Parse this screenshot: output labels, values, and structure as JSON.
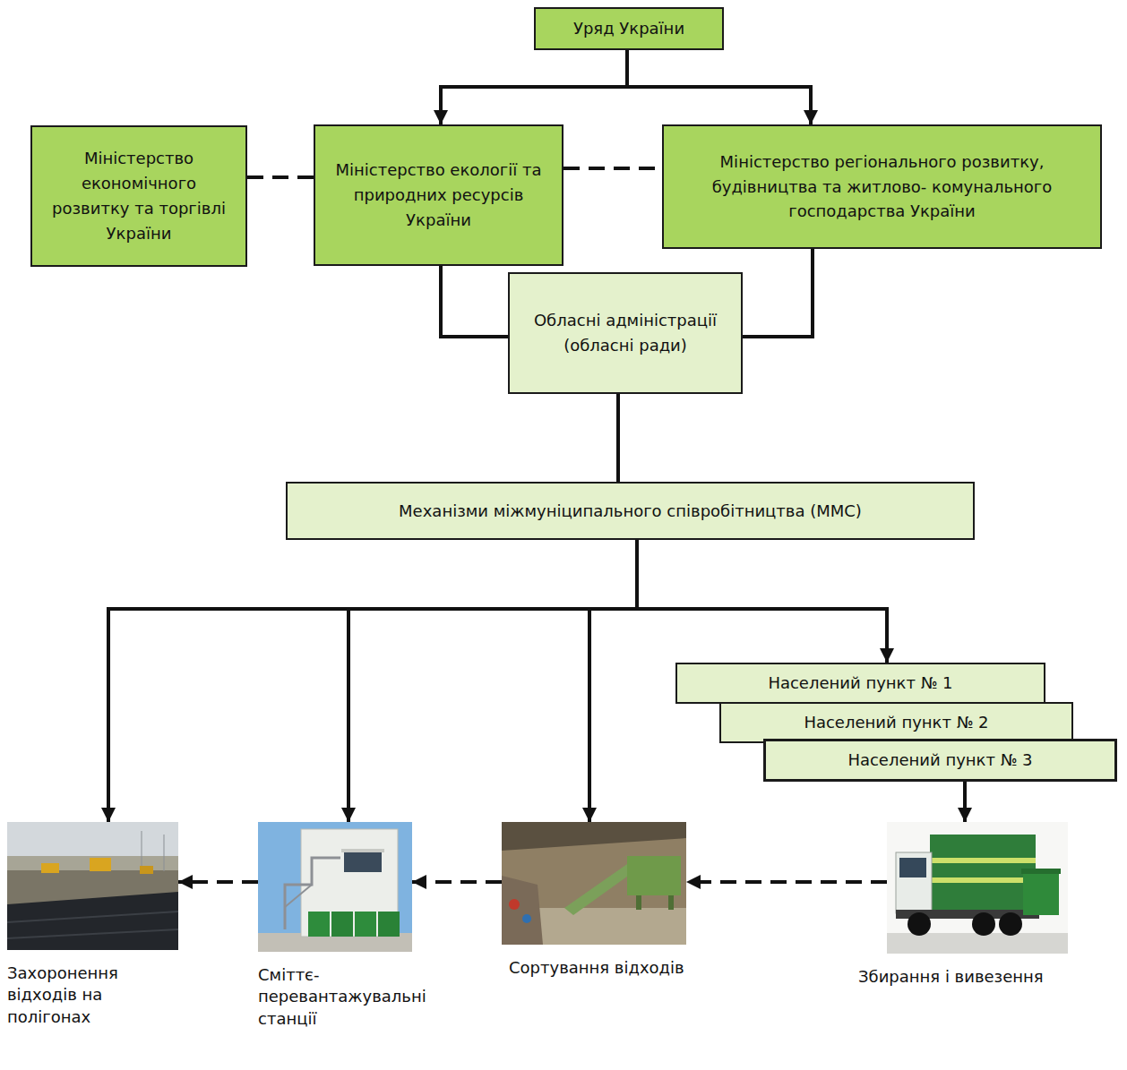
{
  "diagram": {
    "nodes": [
      {
        "text": [
          "Уряд України"
        ]
      },
      {
        "text": [
          "Міністерство економічного розвитку та торгівлі України"
        ]
      },
      {
        "text": [
          "Міністерство екології та природних ресурсів України"
        ]
      },
      {
        "text": [
          "Міністерство регіонального розвитку, будівництва та житлово- комунального господарства України"
        ]
      },
      {
        "text": [
          "Обласні адміністрації (обласні ради)"
        ]
      },
      {
        "text": [
          "Механізми міжмуніципального співробітництва (ММС)"
        ]
      },
      {
        "text": [
          "Населений пункт № 1"
        ]
      },
      {
        "text": [
          "Населений пункт № 2"
        ]
      },
      {
        "text": [
          "Населений пункт № 3"
        ]
      },
      {
        "text": [
          "Захоронення відходів на полігонах"
        ]
      },
      {
        "text": [
          "Сміттє- перевантажувальні станції"
        ]
      },
      {
        "text": [
          "Сортування відходів"
        ]
      },
      {
        "text": [
          "Збирання і вивезення"
        ]
      }
    ],
    "edges": [
      {
        "from": 0,
        "to": 2,
        "arrow": "to"
      },
      {
        "from": 0,
        "to": 3,
        "arrow": "to"
      },
      {
        "from": 1,
        "to": 2,
        "arrow": "none"
      },
      {
        "from": 2,
        "to": 3,
        "arrow": "none"
      },
      {
        "from": 2,
        "to": 4,
        "arrow": "none"
      },
      {
        "from": 3,
        "to": 4,
        "arrow": "none"
      },
      {
        "from": 4,
        "to": 5,
        "arrow": "none"
      },
      {
        "from": 5,
        "to": 9,
        "arrow": "to"
      },
      {
        "from": 5,
        "to": 10,
        "arrow": "to"
      },
      {
        "from": 5,
        "to": 11,
        "arrow": "to"
      },
      {
        "from": 5,
        "to": 6,
        "arrow": "to"
      },
      {
        "from": 8,
        "to": 12,
        "arrow": "to"
      },
      {
        "from": 12,
        "to": 11,
        "arrow": "to"
      },
      {
        "from": 11,
        "to": 10,
        "arrow": "to"
      },
      {
        "from": 10,
        "to": 9,
        "arrow": "to"
      }
    ]
  }
}
